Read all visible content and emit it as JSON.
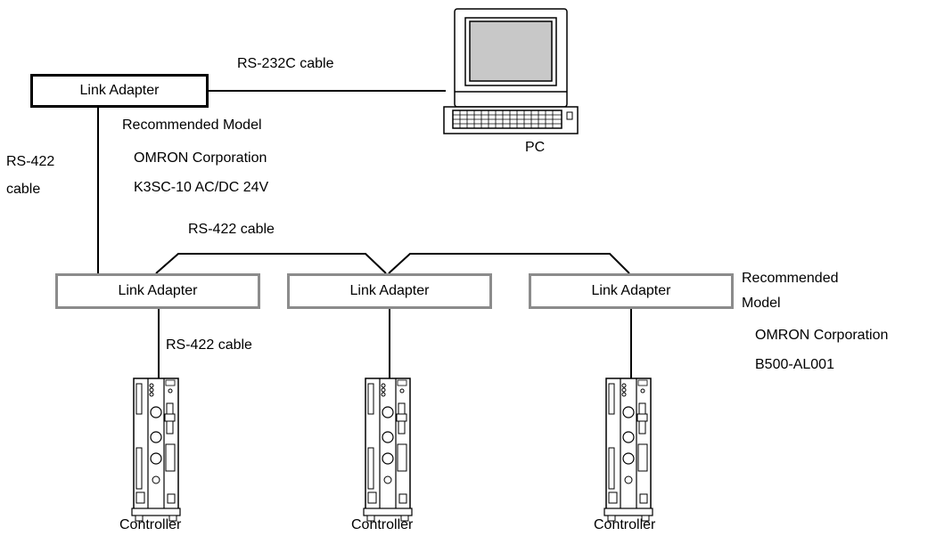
{
  "top_link_adapter": {
    "label": "Link Adapter"
  },
  "cables": {
    "rs232c": "RS-232C cable",
    "rs422_vertical_line1": "RS-422",
    "rs422_vertical_line2": "cable",
    "rs422_bus": "RS-422 cable",
    "rs422_controller": "RS-422 cable"
  },
  "top_recommended": {
    "heading": "Recommended Model",
    "company": "OMRON Corporation",
    "model": "K3SC-10 AC/DC 24V"
  },
  "pc": {
    "label": "PC"
  },
  "sub_link_adapters": [
    {
      "label": "Link Adapter"
    },
    {
      "label": "Link Adapter"
    },
    {
      "label": "Link Adapter"
    }
  ],
  "sub_recommended": {
    "heading_line1": "Recommended",
    "heading_line2": "Model",
    "company": "OMRON Corporation",
    "model": "B500-AL001"
  },
  "controllers": [
    {
      "label": "Controller"
    },
    {
      "label": "Controller"
    },
    {
      "label": "Controller"
    }
  ]
}
